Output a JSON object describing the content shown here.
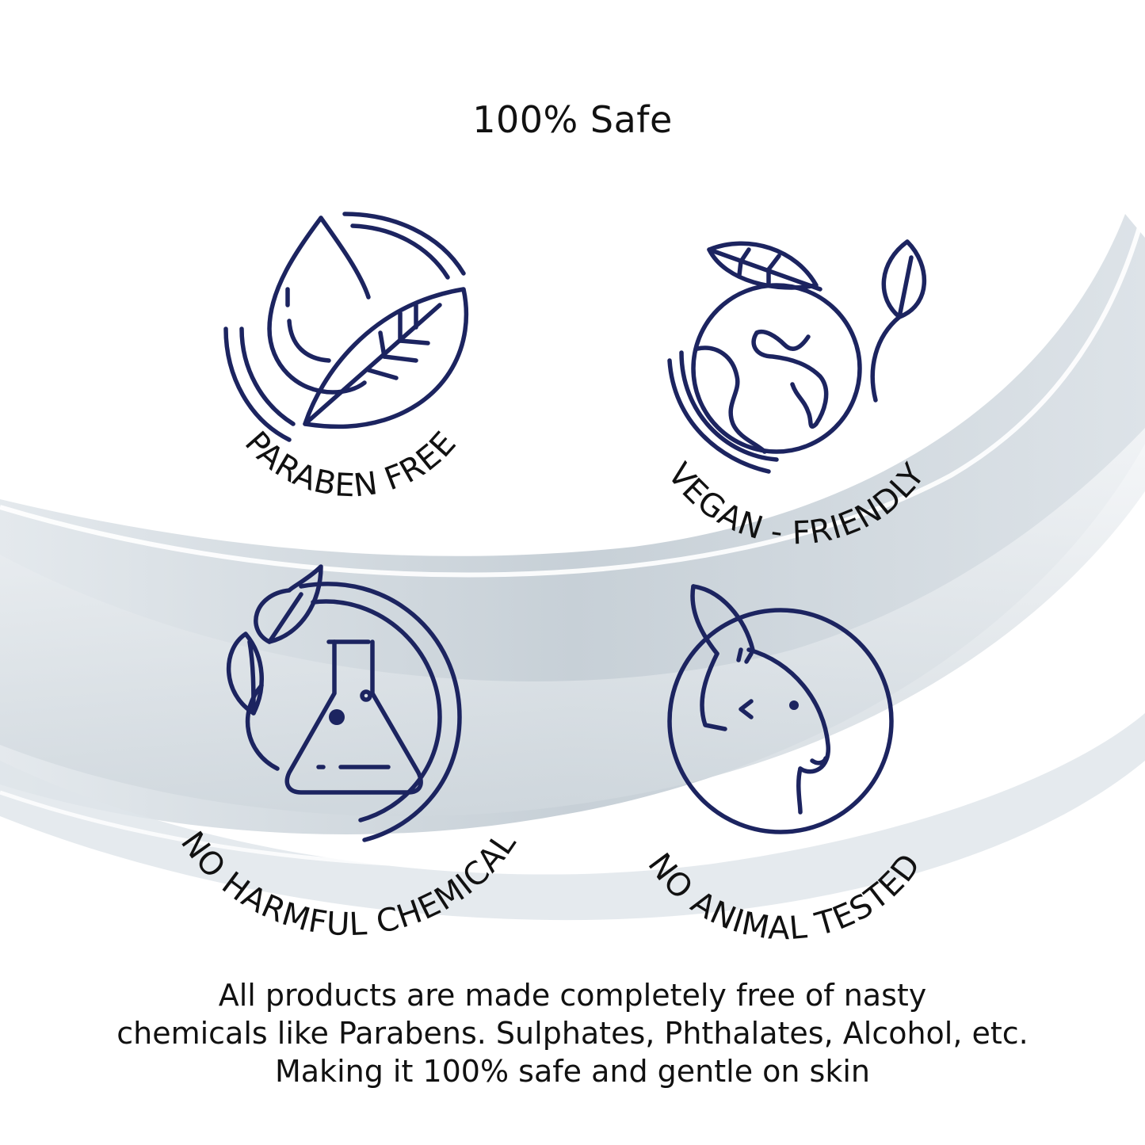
{
  "title": "100% Safe",
  "badges": [
    {
      "label": "PARABEN FREE",
      "icon": "drop-leaf-icon"
    },
    {
      "label": "VEGAN - FRIENDLY",
      "icon": "globe-leaves-icon"
    },
    {
      "label": "NO HARMFUL CHEMICAL",
      "icon": "flask-leaf-icon"
    },
    {
      "label": "NO ANIMAL TESTED",
      "icon": "rabbit-icon"
    }
  ],
  "description": [
    "All products are made completely free of nasty",
    "chemicals like Parabens. Sulphates, Phthalates, Alcohol, etc.",
    "Making it 100% safe and gentle on skin"
  ],
  "colors": {
    "icon": "#1c2460",
    "text": "#111111",
    "background": "#ffffff",
    "swoosh": "#c9d3da"
  }
}
